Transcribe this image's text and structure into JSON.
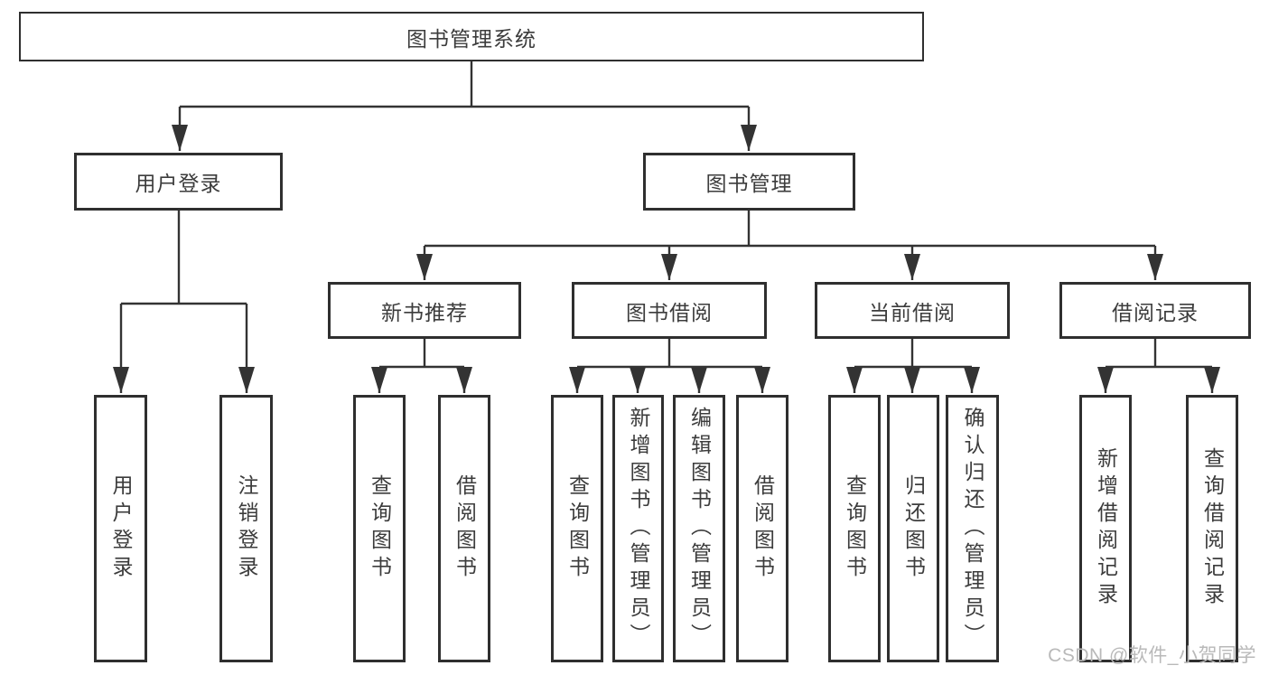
{
  "tree": {
    "root": {
      "label": "图书管理系统",
      "children": [
        {
          "label": "用户登录",
          "children": [
            {
              "label": "用户登录"
            },
            {
              "label": "注销登录"
            }
          ]
        },
        {
          "label": "图书管理",
          "children": [
            {
              "label": "新书推荐",
              "children": [
                {
                  "label": "查询图书"
                },
                {
                  "label": "借阅图书"
                }
              ]
            },
            {
              "label": "图书借阅",
              "children": [
                {
                  "label": "查询图书"
                },
                {
                  "label": "新增图书（管理员）"
                },
                {
                  "label": "编辑图书（管理员）"
                },
                {
                  "label": "借阅图书"
                }
              ]
            },
            {
              "label": "当前借阅",
              "children": [
                {
                  "label": "查询图书"
                },
                {
                  "label": "归还图书"
                },
                {
                  "label": "确认归还（管理员）"
                }
              ]
            },
            {
              "label": "借阅记录",
              "children": [
                {
                  "label": "新增借阅记录"
                },
                {
                  "label": "查询借阅记录"
                }
              ]
            }
          ]
        }
      ]
    }
  },
  "watermark": {
    "text": "CSDN @软件_小贺同学"
  },
  "colors": {
    "line": "#333333",
    "box_border": "#2f2f2f",
    "text": "#3c3c3c",
    "background": "#ffffff",
    "watermark": "#b9b9b9"
  }
}
